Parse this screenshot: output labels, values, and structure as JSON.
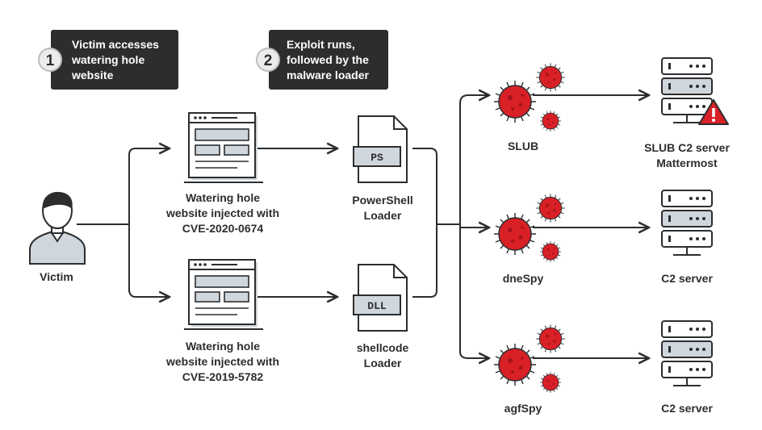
{
  "steps": [
    {
      "number": "1",
      "text": "Victim accesses\nwatering hole\nwebsite"
    },
    {
      "number": "2",
      "text": "Exploit runs,\nfollowed by the\nmalware loader"
    }
  ],
  "victim": {
    "label": "Victim"
  },
  "websites": [
    {
      "label": "Watering hole\nwebsite injected with\nCVE-2020-0674"
    },
    {
      "label": "Watering hole\nwebsite injected with\nCVE-2019-5782"
    }
  ],
  "loaders": [
    {
      "badge": "PS",
      "label": "PowerShell\nLoader"
    },
    {
      "badge": "DLL",
      "label": "shellcode\nLoader"
    }
  ],
  "malware": [
    {
      "label": "SLUB"
    },
    {
      "label": "dneSpy"
    },
    {
      "label": "agfSpy"
    }
  ],
  "servers": [
    {
      "label": "SLUB C2 server\nMattermost",
      "warning": true
    },
    {
      "label": "C2 server",
      "warning": false
    },
    {
      "label": "C2 server",
      "warning": false
    }
  ],
  "colors": {
    "dark": "#2b2d2f",
    "virus": "#d92027",
    "virus_dark": "#a5141a",
    "panel": "#cfd6dc",
    "warning": "#d92027"
  }
}
